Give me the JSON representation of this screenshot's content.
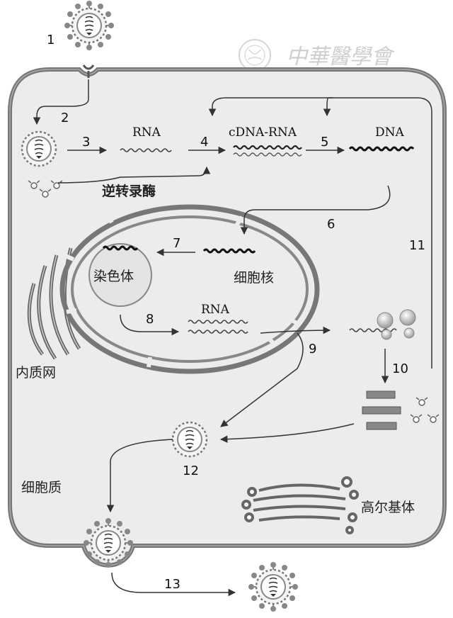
{
  "watermark": {
    "text": "中華醫學會"
  },
  "steps": [
    "1",
    "2",
    "3",
    "4",
    "5",
    "6",
    "7",
    "8",
    "9",
    "10",
    "11",
    "12",
    "13"
  ],
  "molecules": {
    "rna_top": "RNA",
    "cdna_rna": "cDNA-RNA",
    "dna": "DNA",
    "rna_nucleus": "RNA"
  },
  "labels": {
    "reverse_transcriptase": "逆转录酶",
    "chromosome": "染色体",
    "nucleus": "细胞核",
    "endoplasmic_reticulum": "内质网",
    "cytoplasm": "细胞质",
    "golgi": "高尔基体"
  }
}
